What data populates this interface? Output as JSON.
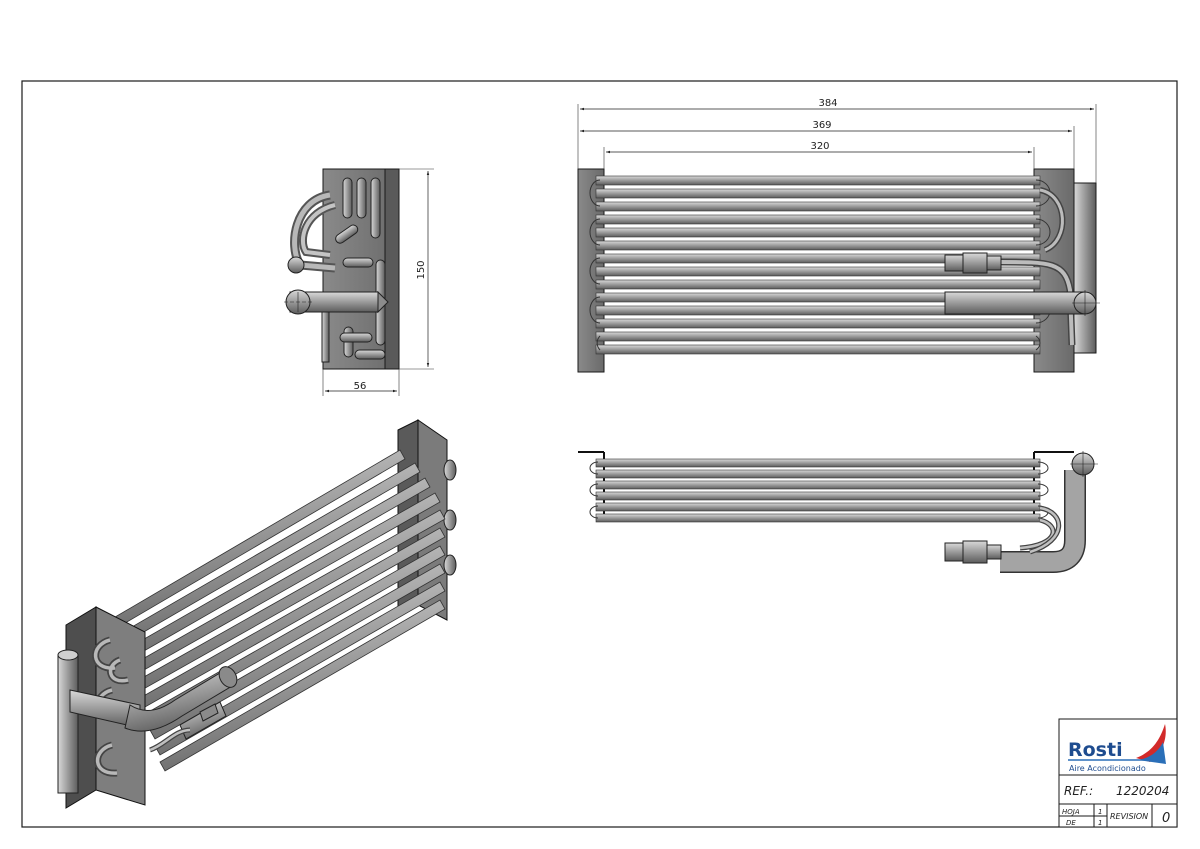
{
  "views": {
    "side": {
      "dim_height": "150",
      "dim_width": "56"
    },
    "front": {
      "dim_overall": "384",
      "dim_mid": "369",
      "dim_inner": "320"
    }
  },
  "title_block": {
    "logo_text": "Rosti",
    "logo_subtitle": "Aire Acondicionado",
    "ref_label": "REF.:",
    "ref_value": "1220204",
    "hoja_label": "HOJA",
    "hoja_value": "1",
    "de_label": "DE",
    "de_value": "1",
    "revision_label": "REVISION",
    "revision_value": "0"
  },
  "colors": {
    "line": "#1a1a1a",
    "tube": "#9c9c9c",
    "tube_dark": "#6e6e6e",
    "plate": "#7a7a7a",
    "logo_blue": "#2a6fb8",
    "logo_red": "#d22a2a"
  }
}
